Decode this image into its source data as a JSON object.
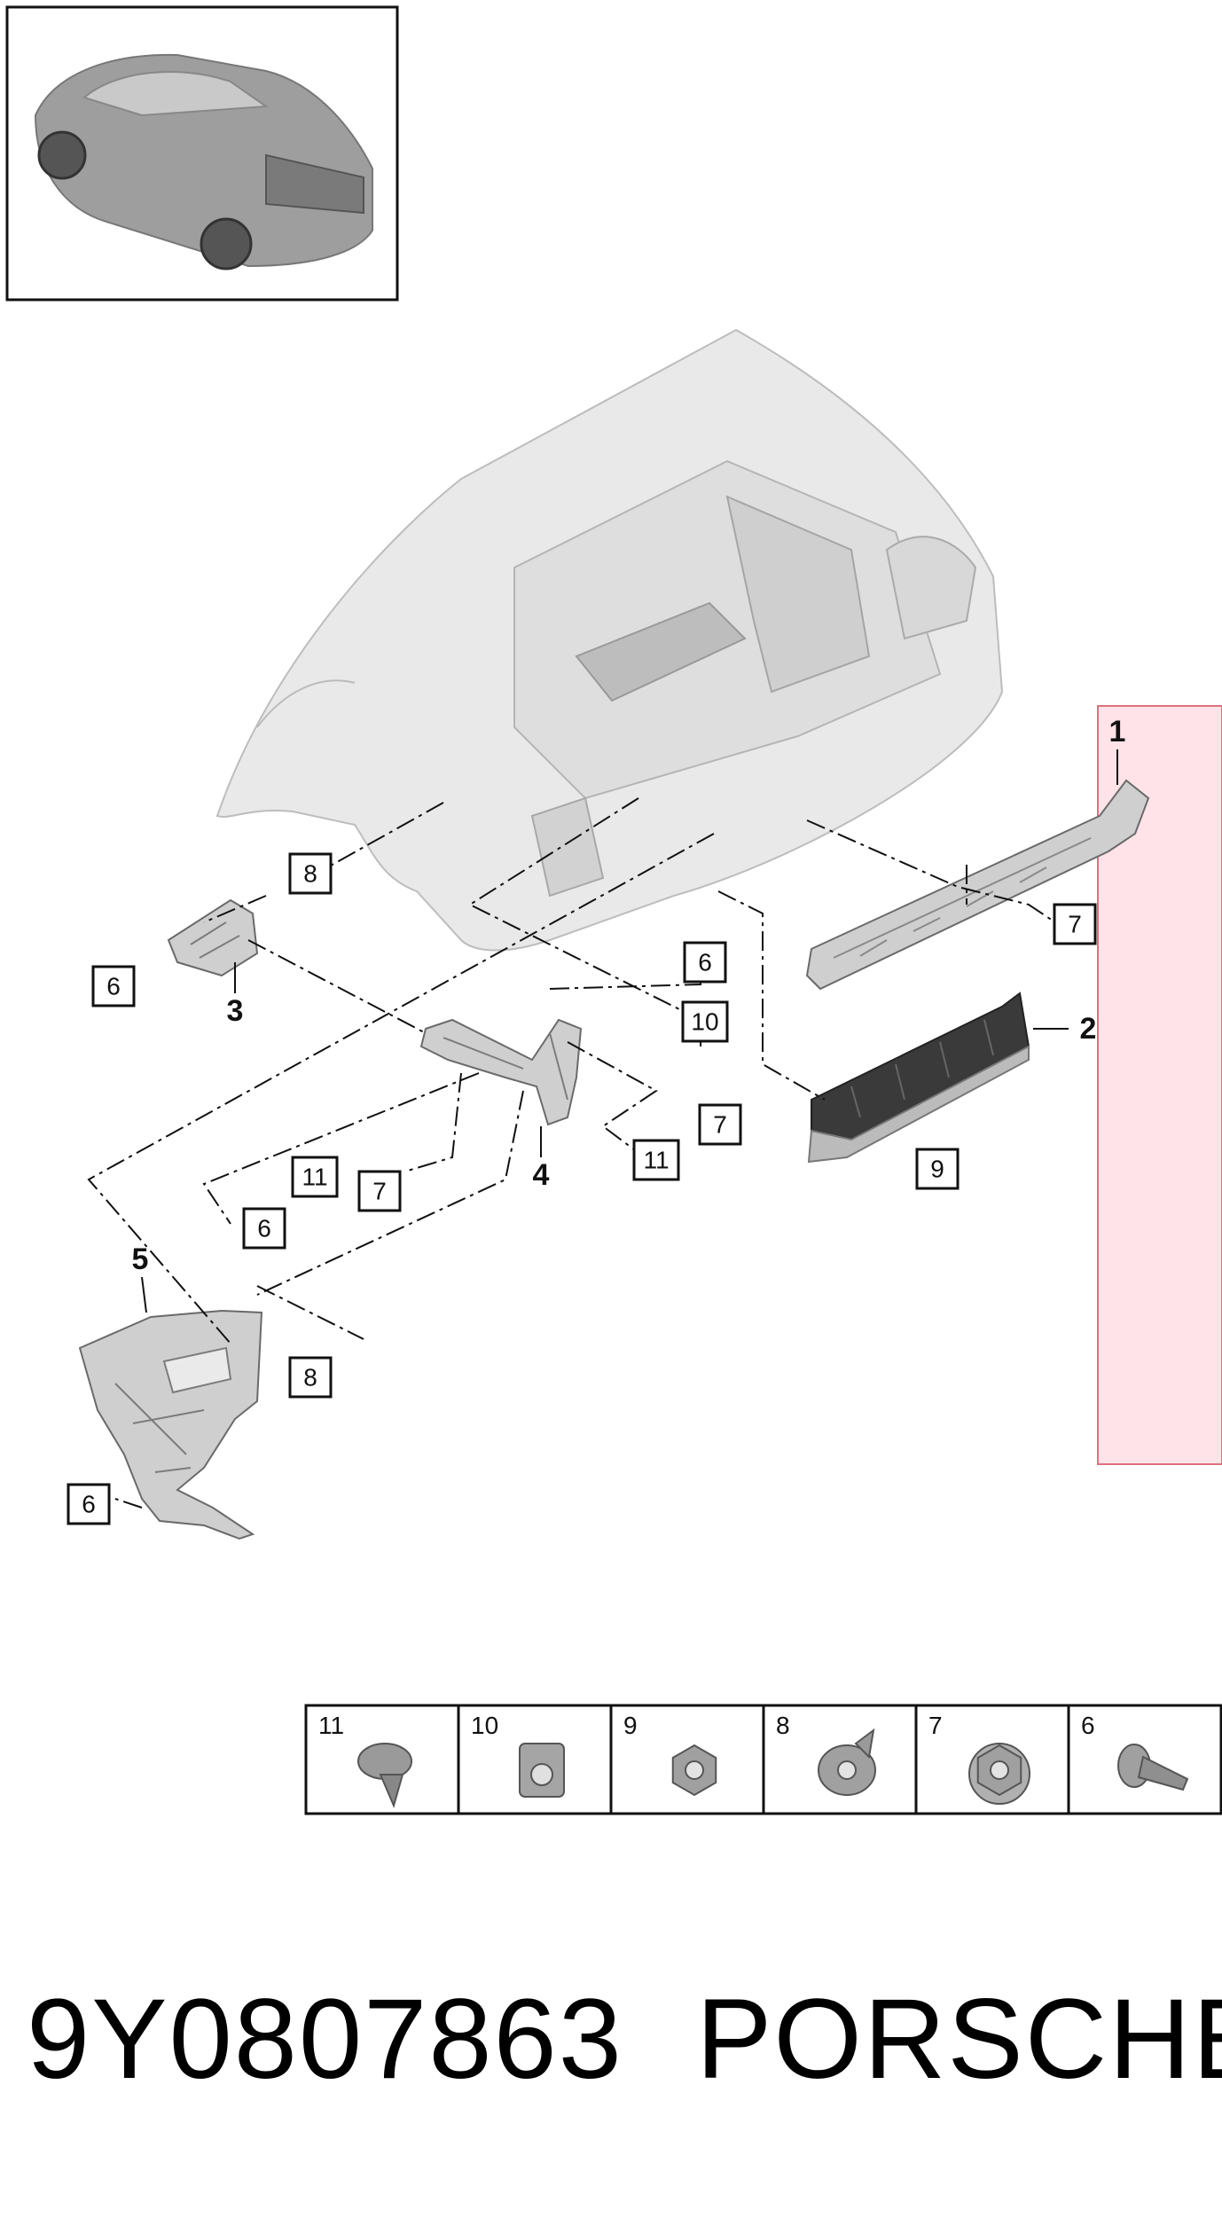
{
  "diagram": {
    "callouts": [
      {
        "label": "8"
      },
      {
        "label": "6"
      },
      {
        "label": "6"
      },
      {
        "label": "10"
      },
      {
        "label": "7"
      },
      {
        "label": "7"
      },
      {
        "label": "11"
      },
      {
        "label": "7"
      },
      {
        "label": "11"
      },
      {
        "label": "6"
      },
      {
        "label": "9"
      },
      {
        "label": "8"
      },
      {
        "label": "6"
      }
    ],
    "main_parts": [
      {
        "label": "1"
      },
      {
        "label": "2"
      },
      {
        "label": "3"
      },
      {
        "label": "4"
      },
      {
        "label": "5"
      }
    ],
    "legend": [
      {
        "number": "11",
        "icon": "screw-icon"
      },
      {
        "number": "10",
        "icon": "clip-nut-icon"
      },
      {
        "number": "9",
        "icon": "hex-nut-icon"
      },
      {
        "number": "8",
        "icon": "expansion-nut-icon"
      },
      {
        "number": "7",
        "icon": "flange-nut-icon"
      },
      {
        "number": "6",
        "icon": "bolt-icon"
      }
    ],
    "highlight_color": "#ffe3e8",
    "highlight_border": "#e0707f"
  },
  "footer": {
    "part_number": "9Y0807863",
    "brand": "PORSCHE"
  }
}
